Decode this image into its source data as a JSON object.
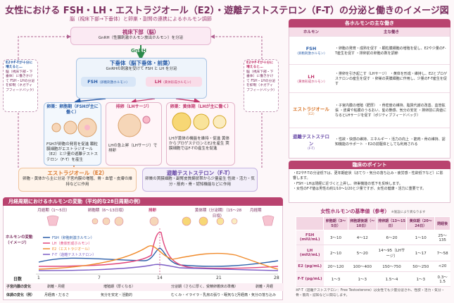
{
  "title": "女性における FSH・LH・エストラジオール（E2）・遊離テストステロン（F-T）の分泌と働きのイメージ図",
  "subtitle": "脳（視床下部→下垂体）と卵巣・副腎の連携によるホルモン調節",
  "hypothalamus": {
    "title": "視床下部（脳）",
    "text": "GnRH（性腺刺激ホルモン放出ホルモン）を分泌"
  },
  "gnrh_label": "GnRH",
  "pituitary": {
    "title": "下垂体（脳下垂体・前葉）",
    "text": "GnRHの刺激を受けて FSH と LH を分泌",
    "fsh": "FSH",
    "fsh_sub": "（卵胞刺激ホルモン）",
    "lh": "LH",
    "lh_sub": "（黄体形成ホルモン）"
  },
  "feedback_left": {
    "title": "E2やF-Tが十分に増えると…",
    "text": "脳（視床下部・下垂体）に働きかけて FSH・LHの分泌を抑制（ネガティブフィードバック）"
  },
  "feedback_right": {
    "title": "E2やF-Tが十分に増えると…",
    "text": "脳（視床下部・下垂体）に働きかけて FSH・LHの分泌を抑制（ネガティブフィードバック）"
  },
  "ovary_follicular": {
    "title": "卵巣：卵胞期（FSHが主に働く）",
    "text": "FSHが卵胞の発育を促進 顆粒膜細胞がエストラジオール（E2）と少量の遊離テストステロン（F-T）を産生"
  },
  "ovulation": {
    "title": "排卵（LHサージ）",
    "text": "LHの急上昇（LHサージ）で排卵"
  },
  "ovary_luteal": {
    "title": "卵巣：黄体期（LHが主に働く）",
    "text": "LHが黄体の機能を維持・促進 黄体からプロゲステロンとE2を産生 莢膜細胞ではF-Tの産生を促進"
  },
  "estradiol": {
    "title": "エストラジオール（E2）",
    "text": "卵胞・黄体から主に分泌 子宮内膜の増殖、骨・血管・皮膚の維持などに作用"
  },
  "testosterone": {
    "title": "遊離テストステロン（F-T）",
    "text": "卵巣の莢膜細胞・副腎皮質網状帯から少量産生 性欲・活力・気分・筋肉・骨・認知機能などに作用"
  },
  "role_table": {
    "header": "各ホルモンの主な働き",
    "col_hormone": "ホルモン",
    "col_role": "主な働き",
    "rows": [
      {
        "name": "FSH",
        "sub": "（卵胞刺激ホルモン）",
        "items": "・卵胞の発育・成熟を促す ・顆粒膜細胞の増殖を促し、E2や少量のF-T産生を促す ・排卵前の卵胞の数を調節"
      },
      {
        "name": "LH",
        "sub": "（黄体形成ホルモン）",
        "items": "・排卵を引き起こす（LHサージ） ・黄体を形成・維持し、E2とプロゲステロンの産生を促す ・卵巣の莢膜細胞に作用し、少量のF-T産生を促す"
      },
      {
        "name": "エストラジオール",
        "sub": "（E2）",
        "items": "・子宮内膜の増殖（肥厚） ・骨密度の維持、脂質代謝の改善、血管拡張 ・皮膚や粘膜のうるおい、髪の艶感、気分の安定 ・排卵前に高値になるとLHサージを促す（ポジティブフィードバック）"
      },
      {
        "name": "遊離テストステロン",
        "sub": "（F-T）",
        "items": "・性欲・快感の維持、エネルギー・活力の向上 ・筋肉・骨の維持、認知機能のサポート ・E2の前駆体としても利用される"
      }
    ]
  },
  "points": {
    "header": "臨床のポイント",
    "items": [
      "・E2やF-Tの分泌低下は、更年期症状（ほてり・気分の落ち込み・疲労感・性欲低下など）に影響します。",
      "・FSH・LHは閉経に近づくと上昇し、卵巣機能の低下を反映します。",
      "・女性のF-T値は男性の約1/10〜1/20と少量ですが、女性の健康・活力に重要です。"
    ]
  },
  "cycle": {
    "header": "月経周期におけるホルモンの変動（平均的な28日周期の例）",
    "phases": [
      "月経期（1〜5日）",
      "卵胞期（6〜13日頃）",
      "排卵",
      "黄体期（分泌期）（15〜28日頃）",
      "月経期"
    ],
    "ylabel": "ホルモンの変動（イメージ）",
    "xlabel": "日数",
    "days": [
      "1",
      "7",
      "14",
      "21",
      "28"
    ],
    "legend": [
      "FSH（卵胞刺激ホルモン）",
      "LH（黄体形成ホルモン）",
      "E2（エストラジオール）",
      "F-T（遊離テストステロン）"
    ],
    "row1_label": "子宮内膜の変化",
    "row1": [
      "剥離・月経",
      "増殖期（厚くなる）",
      "分泌期（さらに厚く、受精卵着床の準備）",
      "剥離・月経"
    ],
    "row2_label": "体調の変化（例）",
    "row2": [
      "月経痛・だるさ",
      "気分を安定・活動的",
      "むくみ・イライラ・乳房の張り・眠気など",
      "月経痛・気分の落ち込み"
    ]
  },
  "colors": {
    "fsh": "#2a5da8",
    "lh": "#e0457b",
    "e2": "#f08a2a",
    "ft": "#7b5cc4"
  },
  "reference": {
    "header": "女性ホルモンの基準値（参考）",
    "header_note": "※施設により異なります",
    "cols": [
      "",
      "卵胞期（3〜5日）",
      "卵胞期後期（～10日）",
      "排卵期（13〜15日）",
      "黄体期（20〜24日）",
      "閉経後"
    ],
    "rows": [
      [
        "FSH (mIU/mL)",
        "3〜10",
        "4〜12",
        "6〜20",
        "1〜10",
        "25〜135"
      ],
      [
        "LH (mIU/mL)",
        "2〜10",
        "5〜20",
        "14〜95（LHサージ）",
        "1〜17",
        "7〜58"
      ],
      [
        "E2 (pg/mL)",
        "20〜120",
        "100〜400",
        "150〜750",
        "50〜250",
        "<20"
      ],
      [
        "F-T (pg/mL)",
        "1〜3",
        "1〜3",
        "1.5〜4",
        "1〜3",
        "0.3〜1.5"
      ]
    ],
    "note": "※F-T（遊離テストステロン：Free Testosterone）は女性でも少量分泌され、性欲・活力・気分・骨・筋肉・認知などに関与します。"
  }
}
